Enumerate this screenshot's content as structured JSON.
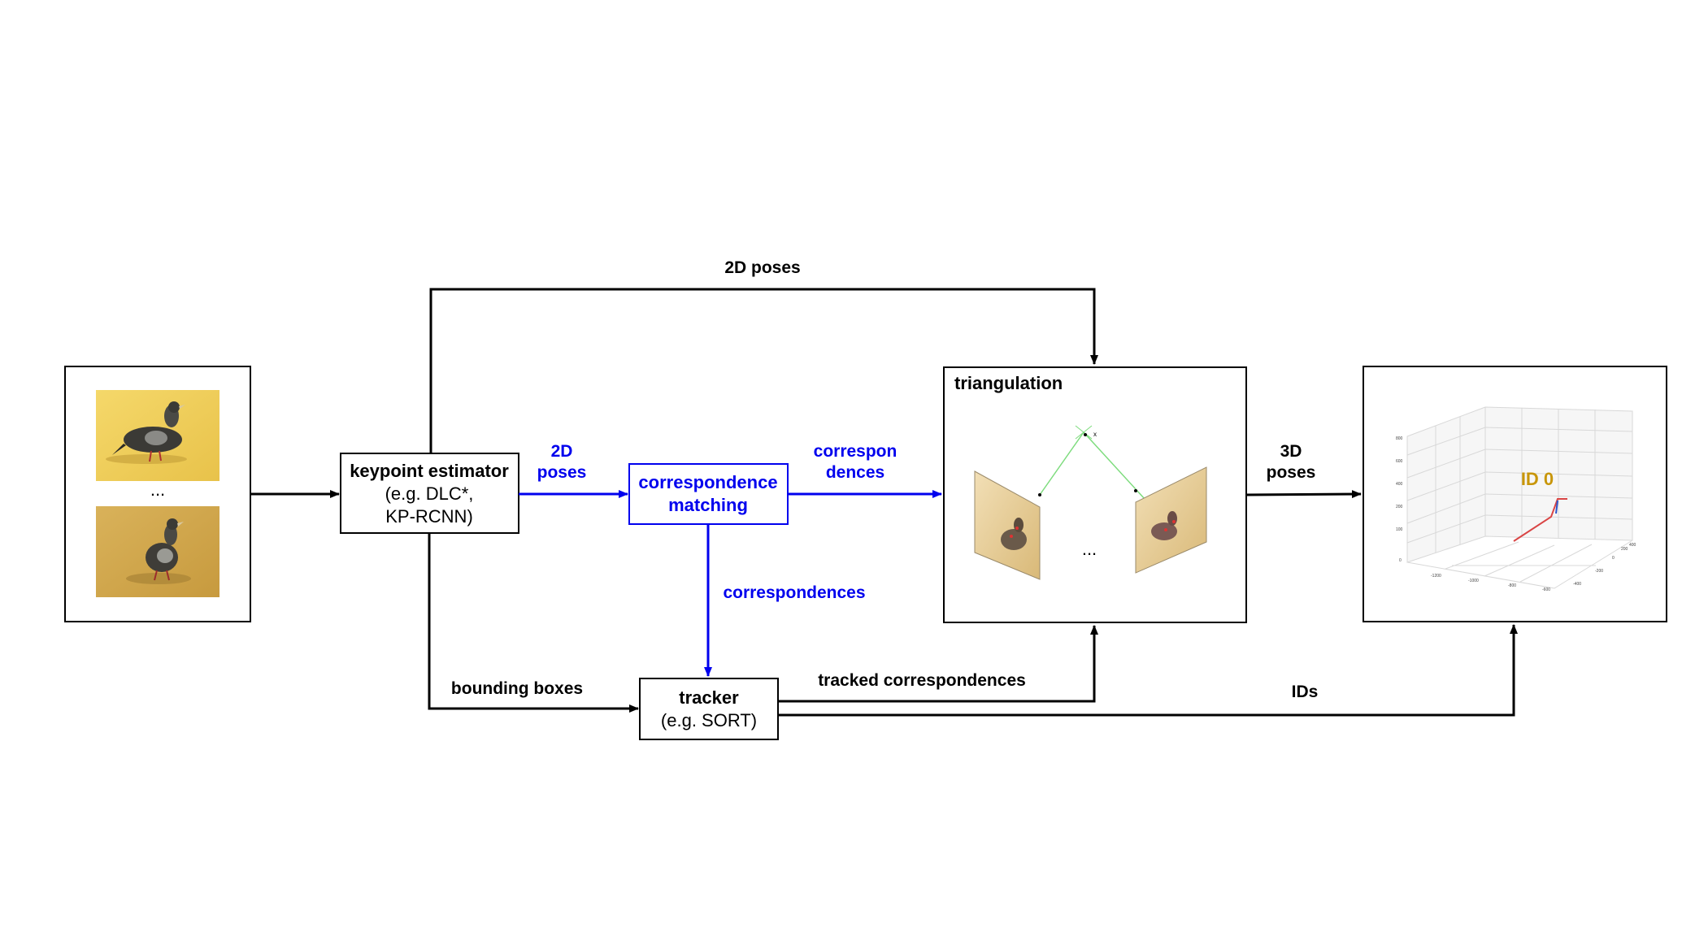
{
  "input": {
    "ellipsis": "..."
  },
  "keypoint_estimator": {
    "title": "keypoint estimator",
    "line2": "(e.g. DLC*,",
    "line3": "KP-RCNN)"
  },
  "correspondence_matching": {
    "line1": "correspondence",
    "line2": "matching"
  },
  "tracker": {
    "title": "tracker",
    "line2": "(e.g. SORT)"
  },
  "triangulation": {
    "title": "triangulation",
    "ellipsis": "..."
  },
  "output": {
    "id_label": "ID 0"
  },
  "edges": {
    "poses_2d_top": "2D poses",
    "poses_2d_left_line1": "2D",
    "poses_2d_left_line2": "poses",
    "correspondences_split_line1": "correspon",
    "correspondences_split_line2": "dences",
    "correspondences_down": "correspondences",
    "bounding_boxes": "bounding boxes",
    "tracked_correspondences": "tracked correspondences",
    "poses_3d_line1": "3D",
    "poses_3d_line2": "poses",
    "ids": "IDs"
  },
  "colors": {
    "black_flow": "#000000",
    "blue_flow": "#0000ee",
    "id_label": "#c8960a",
    "rays": "#7ddc7d",
    "trajectory": "#d94545"
  }
}
